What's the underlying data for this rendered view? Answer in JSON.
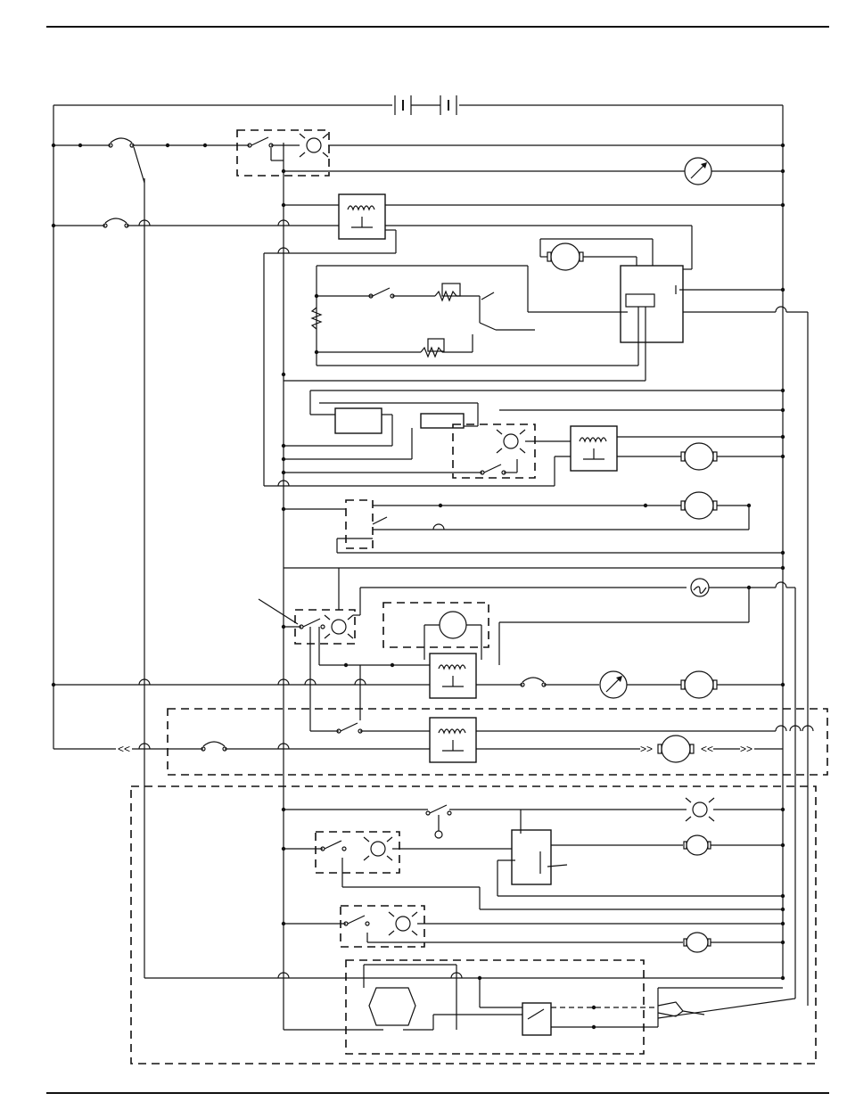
{
  "page": {
    "header_rule": "top",
    "footer_rule": "bottom"
  },
  "diagram": {
    "kind": "electrical-wiring-schematic",
    "labels": [],
    "icons": [
      "battery-icon",
      "switch-icon",
      "lamp-icon",
      "gauge-icon",
      "relay-coil-icon",
      "motor-icon",
      "resistor-icon",
      "rheostat-icon",
      "fuse-icon",
      "connector-block-icon",
      "flasher-icon"
    ]
  }
}
